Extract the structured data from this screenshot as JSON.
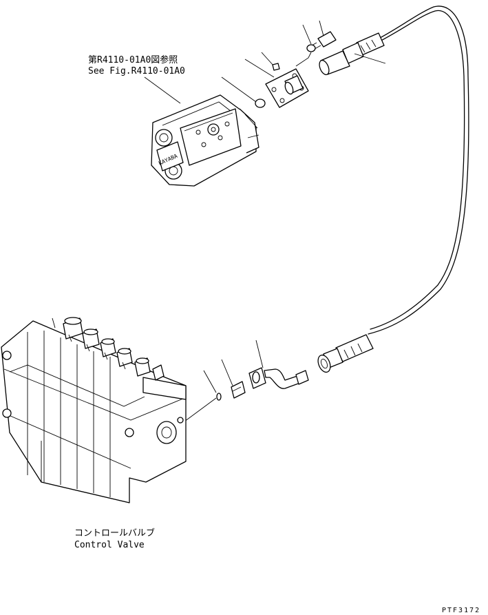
{
  "reference": {
    "line_ja": "第R4110-01A0図参照",
    "line_en": "See Fig.R4110-01A0"
  },
  "valve": {
    "label_ja": "コントロールバルブ",
    "label_en": "Control Valve"
  },
  "drawing_code": "PTF3172",
  "pump_brand": "KAYABA"
}
